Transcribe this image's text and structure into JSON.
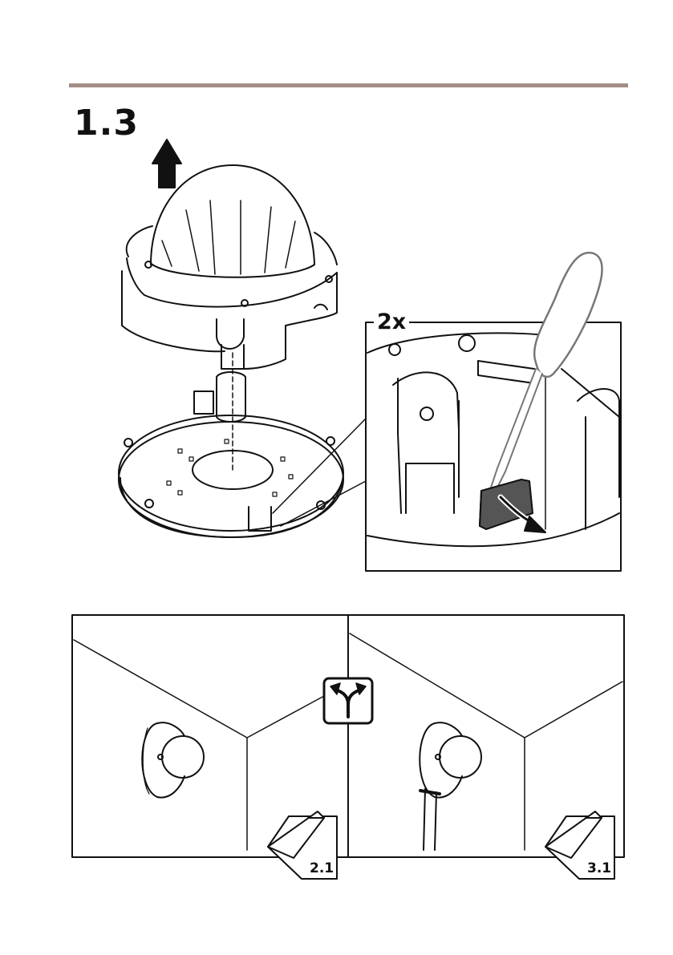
{
  "step": {
    "number": "1.3"
  },
  "detail": {
    "multiplier": "2x"
  },
  "options": [
    {
      "id": "option-a",
      "reference": "2.1",
      "icon": "dome-camera-wall-mount"
    },
    {
      "id": "option-b",
      "reference": "3.1",
      "icon": "dome-camera-wall-mount-with-conduit"
    }
  ],
  "icons": {
    "choice": "fork-arrow-icon",
    "lift": "arrow-up-icon",
    "release": "curved-arrow-icon",
    "tool": "screwdriver-icon",
    "goto": "page-turn-icon"
  }
}
